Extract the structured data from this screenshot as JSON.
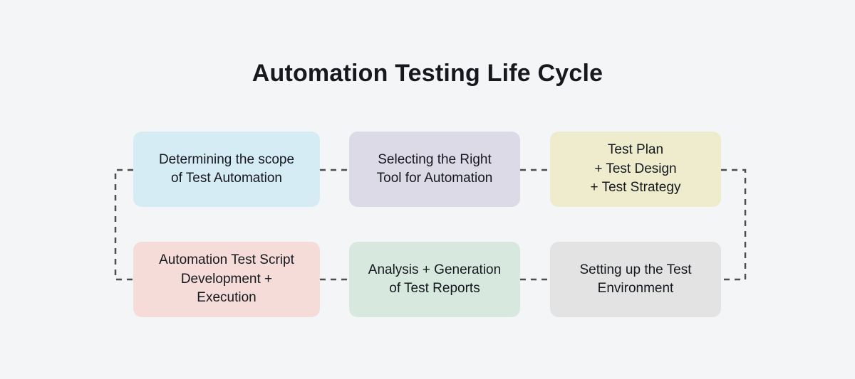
{
  "page": {
    "background": "#f4f5f7",
    "title": "Automation Testing Life Cycle"
  },
  "diagram": {
    "connector_color": "#4d4d4d",
    "boxes": [
      {
        "id": "determining-scope",
        "label": "Determining the scope\nof Test Automation",
        "color": "#d6ecf4"
      },
      {
        "id": "selecting-tool",
        "label": "Selecting the Right\nTool for Automation",
        "color": "#dcdae6"
      },
      {
        "id": "test-plan",
        "label": "Test Plan\n+ Test Design\n+ Test Strategy",
        "color": "#eeeccc"
      },
      {
        "id": "script-development",
        "label": "Automation Test Script\nDevelopment +\nExecution",
        "color": "#f5dcd9"
      },
      {
        "id": "analysis-reports",
        "label": "Analysis + Generation\nof Test Reports",
        "color": "#d7e9df"
      },
      {
        "id": "environment-setup",
        "label": "Setting up the Test\nEnvironment",
        "color": "#e3e3e3"
      }
    ]
  }
}
